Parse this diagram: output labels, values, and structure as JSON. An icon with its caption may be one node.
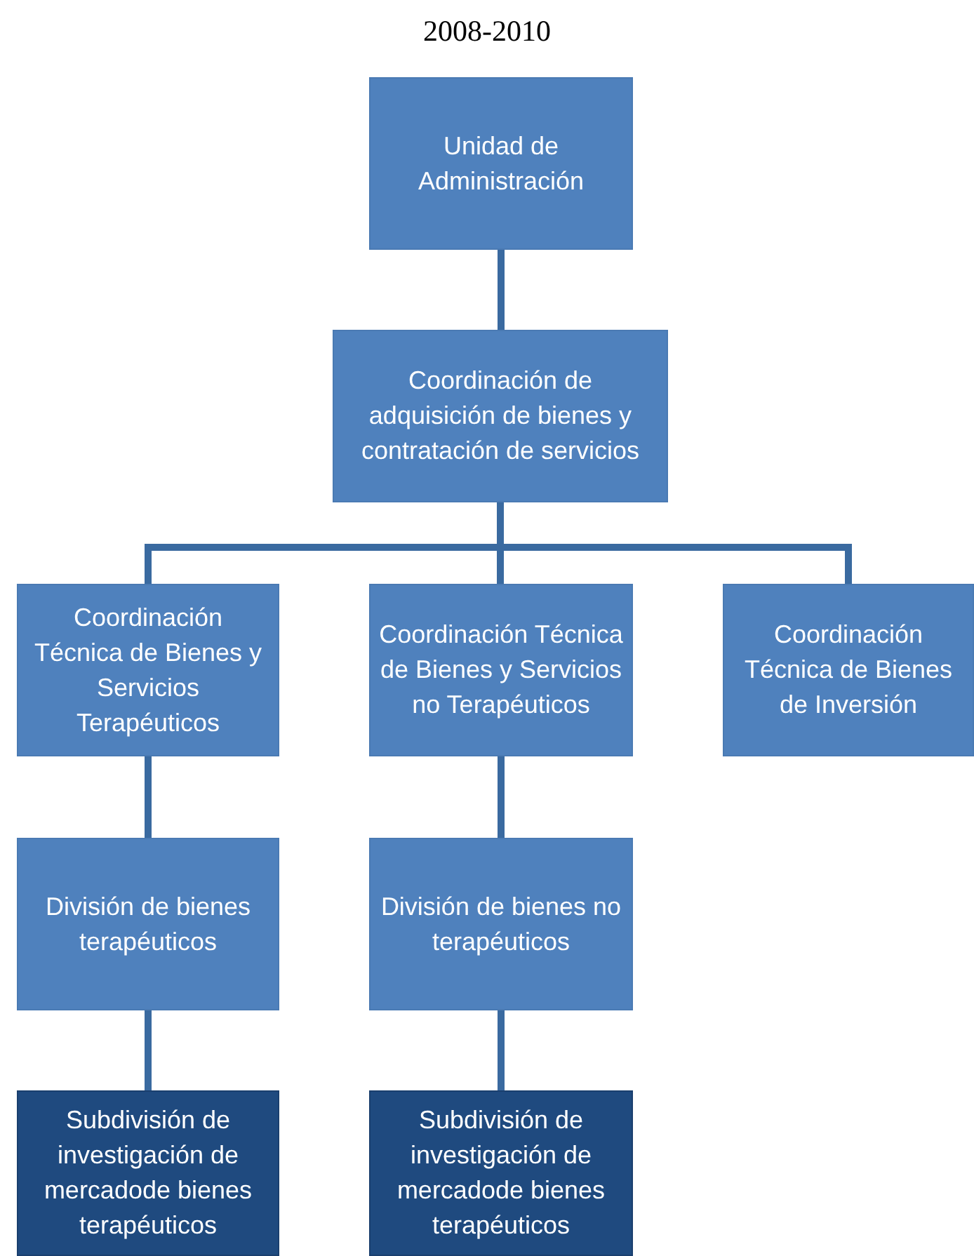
{
  "diagram": {
    "title": "2008-2010",
    "nodes": [
      {
        "text": [
          "Unidad de Administración"
        ]
      },
      {
        "text": [
          "Coordinación de adquisición de bienes y contratación de servicios"
        ]
      },
      {
        "text": [
          "Coordinación Técnica de Bienes y Servicios Terapéuticos"
        ]
      },
      {
        "text": [
          "Coordinación Técnica de Bienes y Servicios no Terapéuticos"
        ]
      },
      {
        "text": [
          "Coordinación Técnica de Bienes de Inversión"
        ]
      },
      {
        "text": [
          "División de bienes terapéuticos"
        ]
      },
      {
        "text": [
          "División de bienes no terapéuticos"
        ]
      },
      {
        "text": [
          "Subdivisión de investigación de mercadode bienes terapéuticos"
        ]
      },
      {
        "text": [
          "Subdivisión de investigación de mercadode bienes terapéuticos"
        ]
      }
    ],
    "edges": [
      {
        "from": 0,
        "to": 1,
        "arrow": "none"
      },
      {
        "from": 1,
        "to": 2,
        "arrow": "none"
      },
      {
        "from": 1,
        "to": 3,
        "arrow": "none"
      },
      {
        "from": 1,
        "to": 4,
        "arrow": "none"
      },
      {
        "from": 2,
        "to": 5,
        "arrow": "none"
      },
      {
        "from": 5,
        "to": 7,
        "arrow": "none"
      },
      {
        "from": 3,
        "to": 6,
        "arrow": "none"
      },
      {
        "from": 6,
        "to": 8,
        "arrow": "none"
      }
    ]
  }
}
